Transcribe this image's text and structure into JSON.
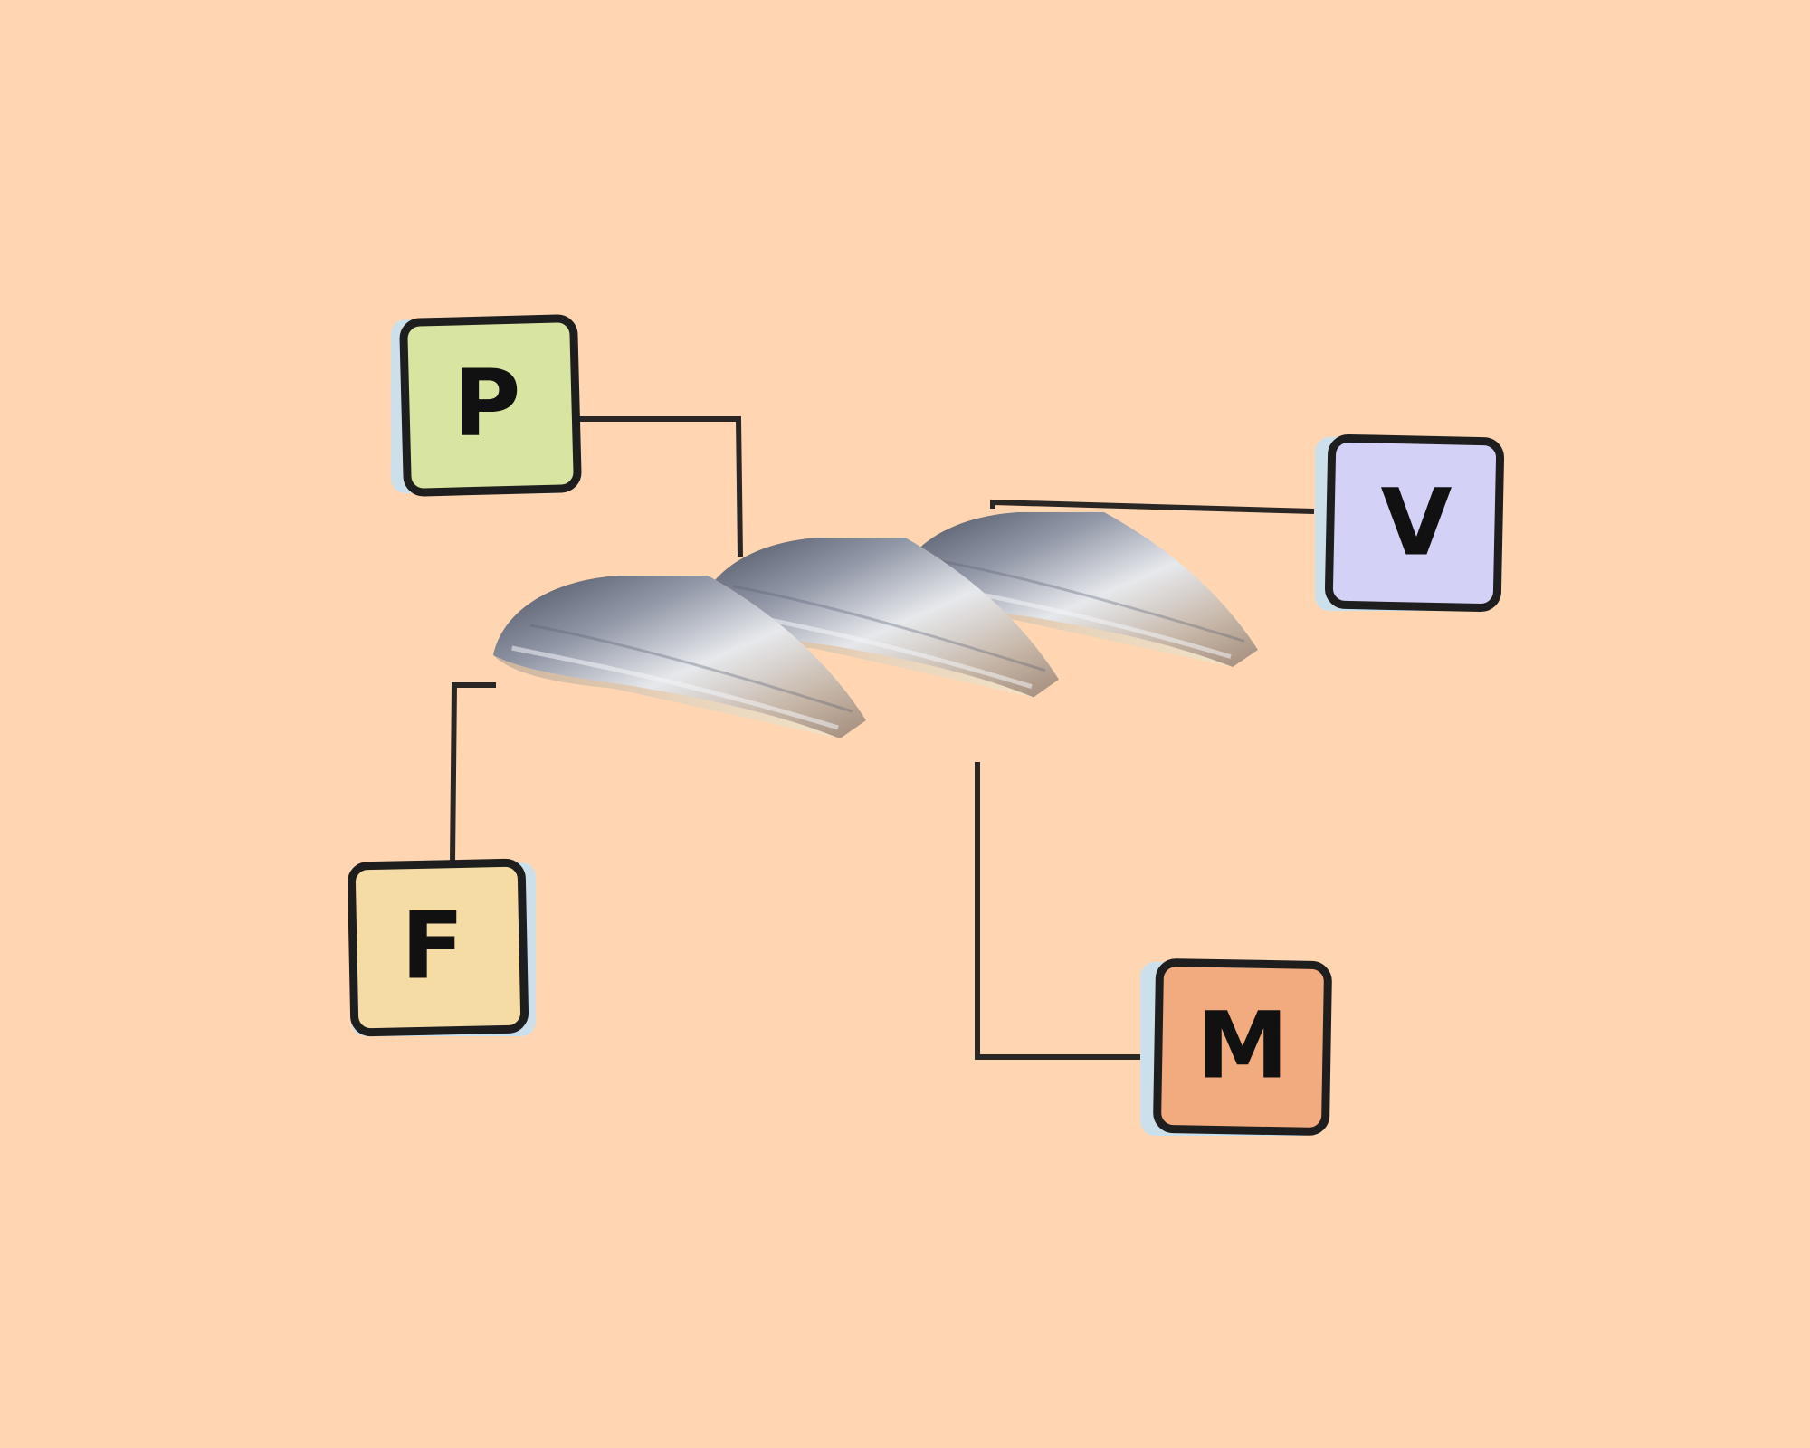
{
  "background_color": "#FFD6B1",
  "center_image": "herring-fillet-pieces",
  "labels": [
    {
      "id": "p",
      "text": "P",
      "color": "#D7E5A1"
    },
    {
      "id": "v",
      "text": "V",
      "color": "#D3D1F5"
    },
    {
      "id": "f",
      "text": "F",
      "color": "#F5DCA5"
    },
    {
      "id": "m",
      "text": "M",
      "color": "#F2AB7F"
    }
  ]
}
